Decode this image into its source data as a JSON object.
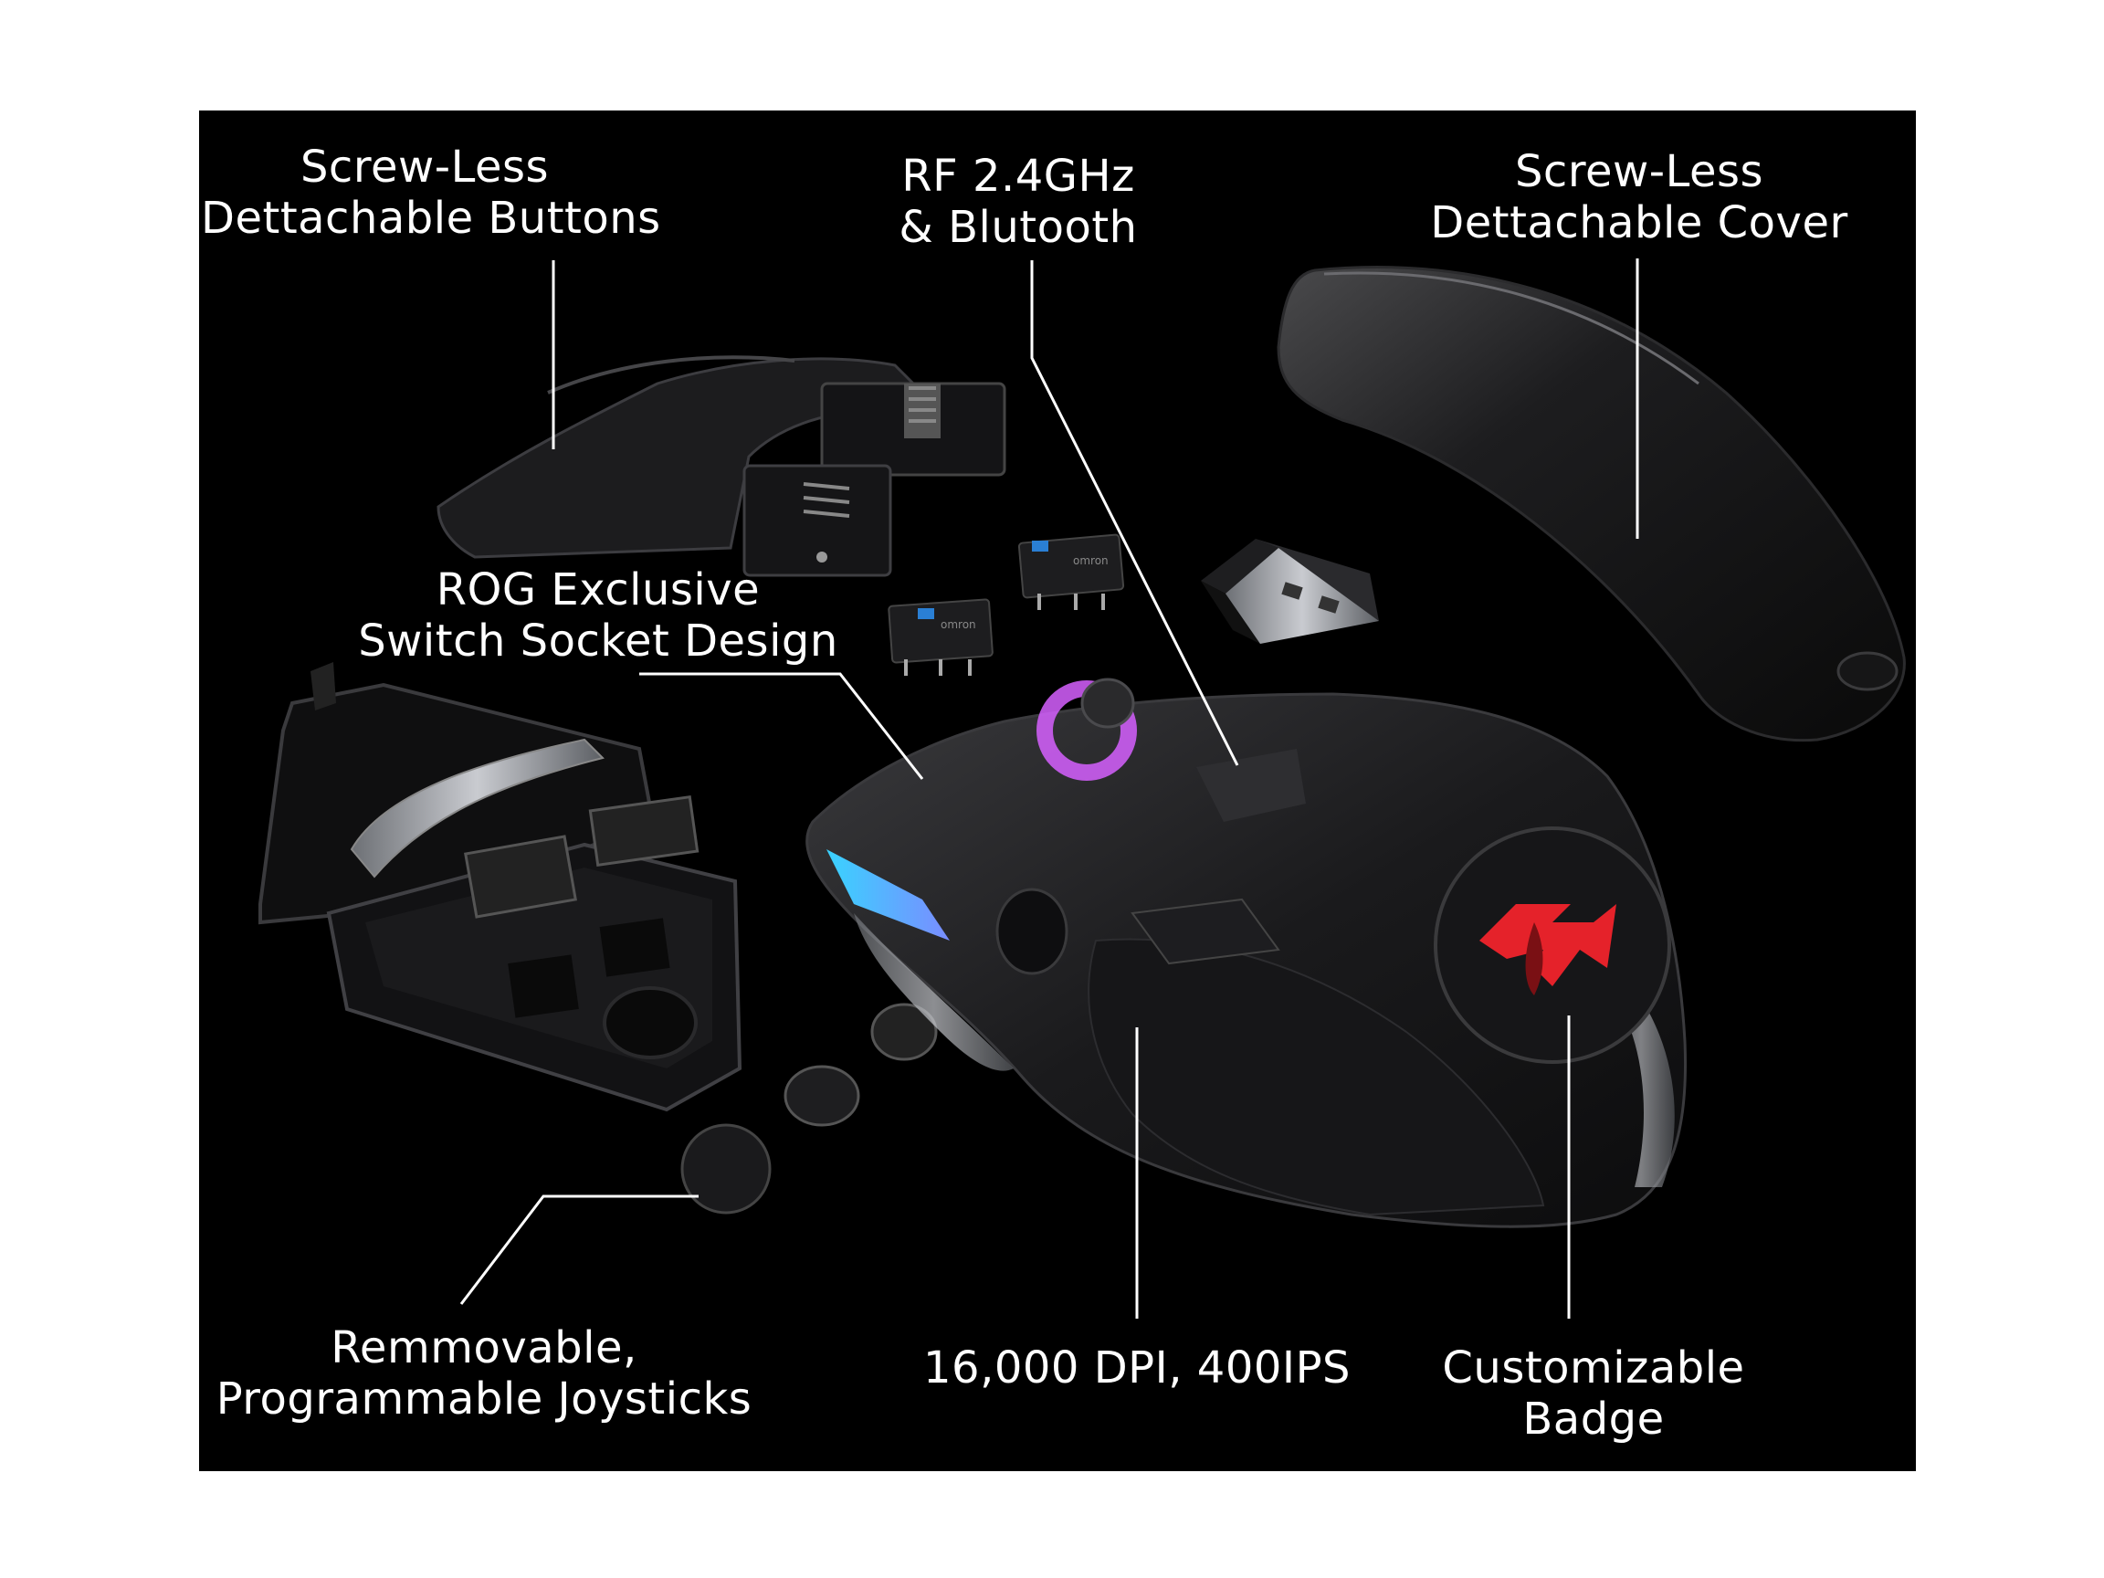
{
  "colors": {
    "background": "#000000",
    "frame": "#ffffff",
    "text": "#ffffff",
    "led_cyan": "#39d3ff",
    "led_magenta": "#d660ff",
    "badge_red": "#e5222a",
    "switch_blue": "#2a7fd4"
  },
  "callouts": {
    "buttons": {
      "line1": "Screw-Less",
      "line2": "Dettachable Buttons"
    },
    "wireless": {
      "line1": "RF 2.4GHz",
      "line2": "& Blutooth"
    },
    "cover": {
      "line1": "Screw-Less",
      "line2": "Dettachable Cover"
    },
    "socket": {
      "line1": "ROG Exclusive",
      "line2": "Switch Socket Design"
    },
    "joysticks": {
      "line1": "Remmovable,",
      "line2": "Programmable Joysticks"
    },
    "sensor": {
      "line1": "16,000 DPI, 400IPS"
    },
    "badge": {
      "line1": "Customizable",
      "line2": "Badge"
    }
  },
  "switch_brand": "omron"
}
